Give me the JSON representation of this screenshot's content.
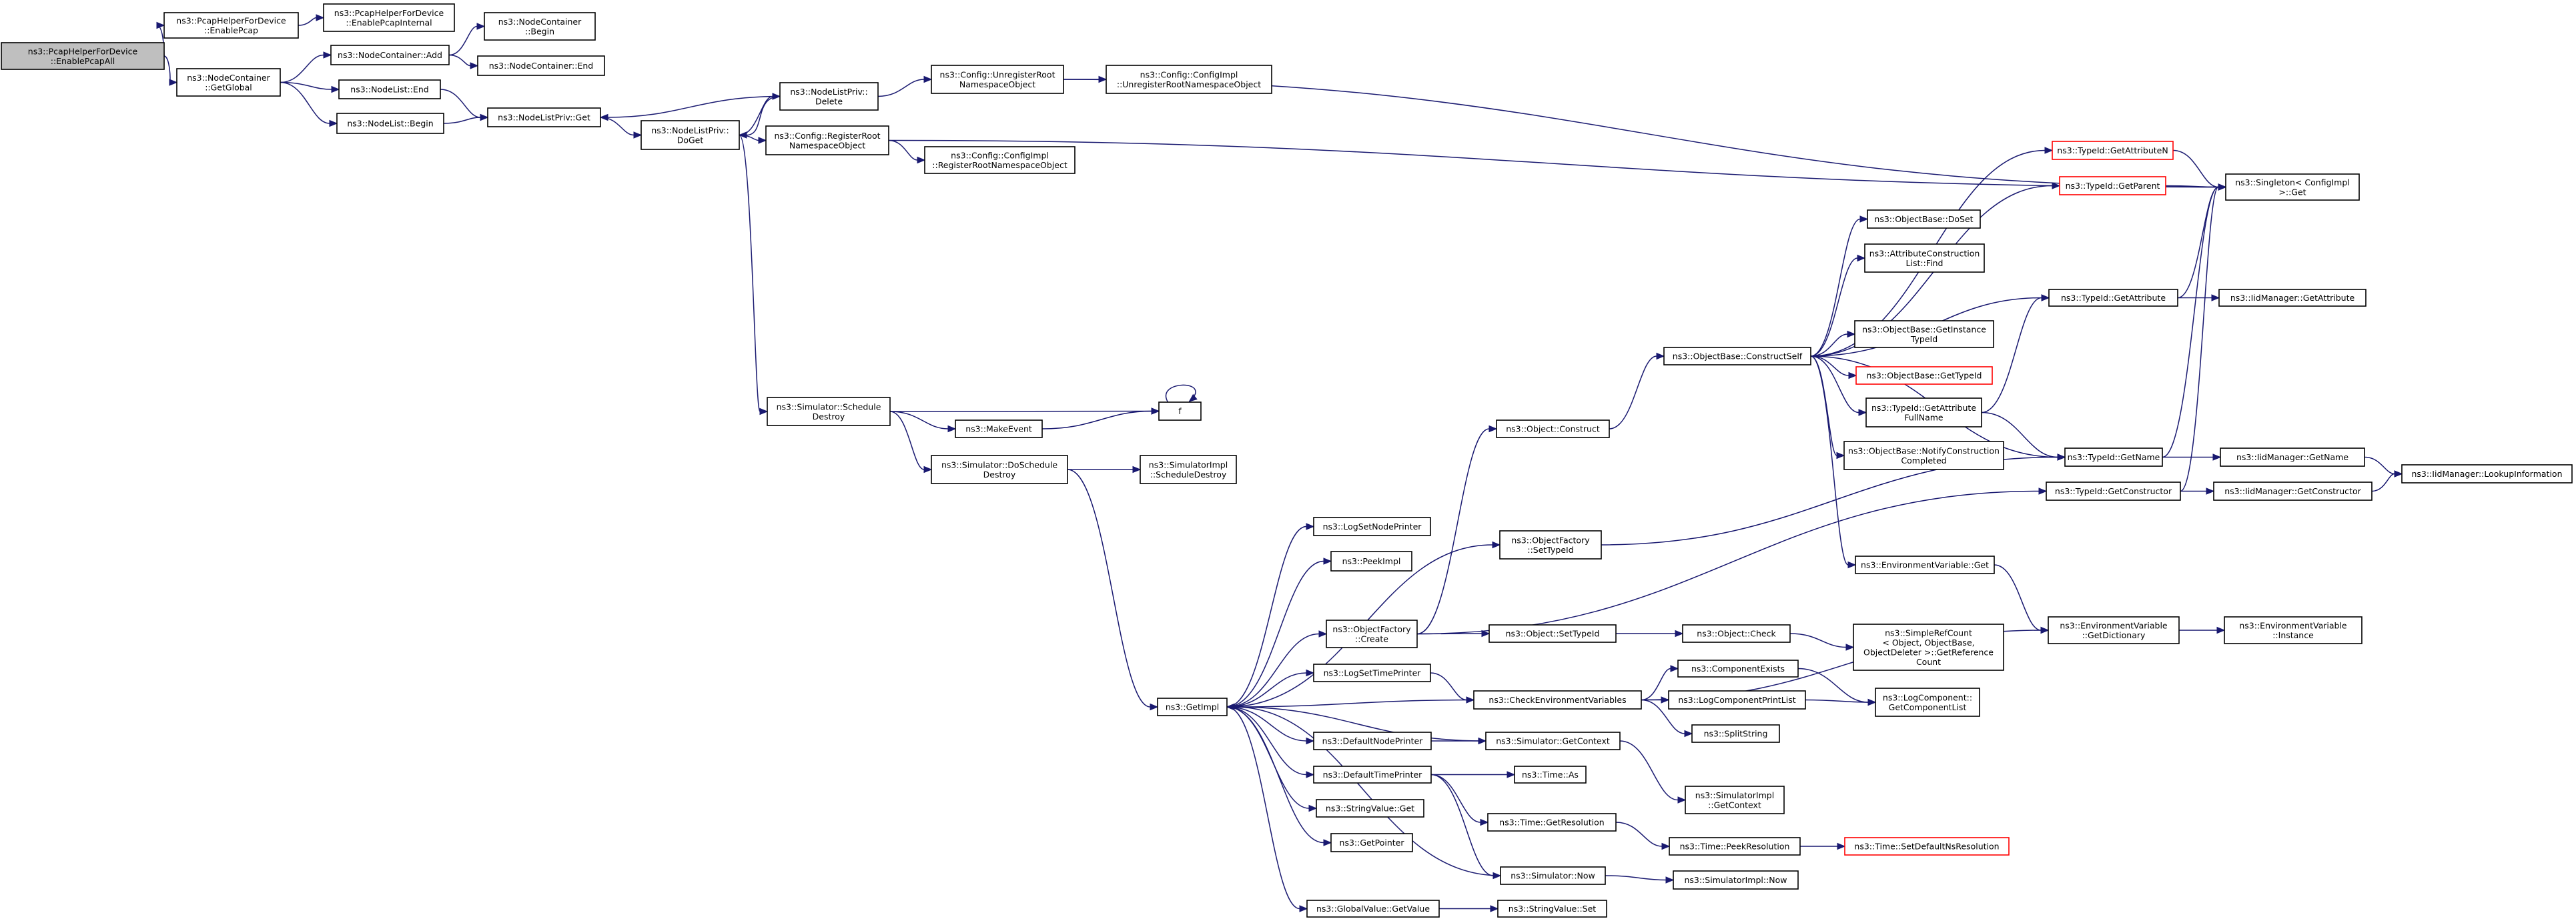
{
  "graph": {
    "colors": {
      "edge": "#191970",
      "node_border": "#000000",
      "root_fill": "#bfbfbf",
      "truncated_border": "#ff0000"
    },
    "nodes": [
      {
        "id": "n_enablepcapall",
        "lines": [
          "ns3::PcapHelperForDevice",
          "::EnablePcapAll"
        ],
        "root": true
      },
      {
        "id": "n_enablepcap",
        "lines": [
          "ns3::PcapHelperForDevice",
          "::EnablePcap"
        ]
      },
      {
        "id": "n_enablepcapinternal",
        "lines": [
          "ns3::PcapHelperForDevice",
          "::EnablePcapInternal"
        ]
      },
      {
        "id": "n_getglobal",
        "lines": [
          "ns3::NodeContainer",
          "::GetGlobal"
        ]
      },
      {
        "id": "n_nc_add",
        "lines": [
          "ns3::NodeContainer::Add"
        ]
      },
      {
        "id": "n_nc_begin",
        "lines": [
          "ns3::NodeContainer",
          "::Begin"
        ]
      },
      {
        "id": "n_nc_end",
        "lines": [
          "ns3::NodeContainer::End"
        ]
      },
      {
        "id": "n_nl_end",
        "lines": [
          "ns3::NodeList::End"
        ]
      },
      {
        "id": "n_nl_begin",
        "lines": [
          "ns3::NodeList::Begin"
        ]
      },
      {
        "id": "n_nlp_get",
        "lines": [
          "ns3::NodeListPriv::Get"
        ]
      },
      {
        "id": "n_nlp_doget",
        "lines": [
          "ns3::NodeListPriv::",
          "DoGet"
        ]
      },
      {
        "id": "n_nlp_delete",
        "lines": [
          "ns3::NodeListPriv::",
          "Delete"
        ]
      },
      {
        "id": "n_cfg_unreg",
        "lines": [
          "ns3::Config::UnregisterRoot",
          "NamespaceObject"
        ]
      },
      {
        "id": "n_cfgimpl_unreg",
        "lines": [
          "ns3::Config::ConfigImpl",
          "::UnregisterRootNamespaceObject"
        ]
      },
      {
        "id": "n_cfg_reg",
        "lines": [
          "ns3::Config::RegisterRoot",
          "NamespaceObject"
        ]
      },
      {
        "id": "n_cfgimpl_reg",
        "lines": [
          "ns3::Config::ConfigImpl",
          "::RegisterRootNamespaceObject"
        ]
      },
      {
        "id": "n_singleton",
        "lines": [
          "ns3::Singleton< ConfigImpl",
          ">::Get"
        ]
      },
      {
        "id": "n_sim_scheddestroy",
        "lines": [
          "ns3::Simulator::Schedule",
          "Destroy"
        ]
      },
      {
        "id": "n_makeevent",
        "lines": [
          "ns3::MakeEvent"
        ]
      },
      {
        "id": "n_f",
        "lines": [
          "f"
        ]
      },
      {
        "id": "n_sim_doscheddestroy",
        "lines": [
          "ns3::Simulator::DoSchedule",
          "Destroy"
        ]
      },
      {
        "id": "n_simimpl_scheddestroy",
        "lines": [
          "ns3::SimulatorImpl",
          "::ScheduleDestroy"
        ]
      },
      {
        "id": "n_getimpl",
        "lines": [
          "ns3::GetImpl"
        ]
      },
      {
        "id": "n_logsetnodeprinter",
        "lines": [
          "ns3::LogSetNodePrinter"
        ]
      },
      {
        "id": "n_peekimpl",
        "lines": [
          "ns3::PeekImpl"
        ]
      },
      {
        "id": "n_objfactory_create",
        "lines": [
          "ns3::ObjectFactory",
          "::Create"
        ]
      },
      {
        "id": "n_logsettimeprinter",
        "lines": [
          "ns3::LogSetTimePrinter"
        ]
      },
      {
        "id": "n_defaultnodeprinter",
        "lines": [
          "ns3::DefaultNodePrinter"
        ]
      },
      {
        "id": "n_defaulttimeprinter",
        "lines": [
          "ns3::DefaultTimePrinter"
        ]
      },
      {
        "id": "n_stringvalue_get",
        "lines": [
          "ns3::StringValue::Get"
        ]
      },
      {
        "id": "n_getpointer",
        "lines": [
          "ns3::GetPointer"
        ]
      },
      {
        "id": "n_globalvalue_getvalue",
        "lines": [
          "ns3::GlobalValue::GetValue"
        ]
      },
      {
        "id": "n_object_construct",
        "lines": [
          "ns3::Object::Construct"
        ]
      },
      {
        "id": "n_objfactory_settypeid",
        "lines": [
          "ns3::ObjectFactory",
          "::SetTypeId"
        ]
      },
      {
        "id": "n_object_settypeid",
        "lines": [
          "ns3::Object::SetTypeId"
        ]
      },
      {
        "id": "n_checkenvvars",
        "lines": [
          "ns3::CheckEnvironmentVariables"
        ]
      },
      {
        "id": "n_sim_getcontext",
        "lines": [
          "ns3::Simulator::GetContext"
        ]
      },
      {
        "id": "n_time_as",
        "lines": [
          "ns3::Time::As"
        ]
      },
      {
        "id": "n_time_getresolution",
        "lines": [
          "ns3::Time::GetResolution"
        ]
      },
      {
        "id": "n_sim_now",
        "lines": [
          "ns3::Simulator::Now"
        ]
      },
      {
        "id": "n_stringvalue_set",
        "lines": [
          "ns3::StringValue::Set"
        ]
      },
      {
        "id": "n_objbase_constructself",
        "lines": [
          "ns3::ObjectBase::ConstructSelf"
        ]
      },
      {
        "id": "n_object_check",
        "lines": [
          "ns3::Object::Check"
        ]
      },
      {
        "id": "n_componentexists",
        "lines": [
          "ns3::ComponentExists"
        ]
      },
      {
        "id": "n_logcomponentprintlist",
        "lines": [
          "ns3::LogComponentPrintList"
        ]
      },
      {
        "id": "n_splitstring",
        "lines": [
          "ns3::SplitString"
        ]
      },
      {
        "id": "n_simimpl_getcontext",
        "lines": [
          "ns3::SimulatorImpl",
          "::GetContext"
        ]
      },
      {
        "id": "n_time_peekresolution",
        "lines": [
          "ns3::Time::PeekResolution"
        ]
      },
      {
        "id": "n_simimpl_now",
        "lines": [
          "ns3::SimulatorImpl::Now"
        ]
      },
      {
        "id": "n_objbase_doset",
        "lines": [
          "ns3::ObjectBase::DoSet"
        ]
      },
      {
        "id": "n_attrconstr_find",
        "lines": [
          "ns3::AttributeConstruction",
          "List::Find"
        ]
      },
      {
        "id": "n_objbase_getinstancetypeid",
        "lines": [
          "ns3::ObjectBase::GetInstance",
          "TypeId"
        ]
      },
      {
        "id": "n_objbase_gettypeid",
        "lines": [
          "ns3::ObjectBase::GetTypeId"
        ],
        "truncated": true
      },
      {
        "id": "n_typeid_getattrfullname",
        "lines": [
          "ns3::TypeId::GetAttribute",
          "FullName"
        ]
      },
      {
        "id": "n_objbase_notify",
        "lines": [
          "ns3::ObjectBase::NotifyConstruction",
          "Completed"
        ]
      },
      {
        "id": "n_envvar_get",
        "lines": [
          "ns3::EnvironmentVariable::Get"
        ]
      },
      {
        "id": "n_simplerefcount",
        "lines": [
          "ns3::SimpleRefCount",
          "< Object, ObjectBase,",
          "ObjectDeleter >::GetReference",
          "Count"
        ]
      },
      {
        "id": "n_logcomponent_getlist",
        "lines": [
          "ns3::LogComponent::",
          "GetComponentList"
        ]
      },
      {
        "id": "n_time_setdefaultnsres",
        "lines": [
          "ns3::Time::SetDefaultNsResolution"
        ],
        "truncated": true
      },
      {
        "id": "n_typeid_getattributen",
        "lines": [
          "ns3::TypeId::GetAttributeN"
        ],
        "truncated": true
      },
      {
        "id": "n_typeid_getparent",
        "lines": [
          "ns3::TypeId::GetParent"
        ],
        "truncated": true
      },
      {
        "id": "n_typeid_getattribute",
        "lines": [
          "ns3::TypeId::GetAttribute"
        ]
      },
      {
        "id": "n_typeid_getname",
        "lines": [
          "ns3::TypeId::GetName"
        ]
      },
      {
        "id": "n_typeid_getconstructor",
        "lines": [
          "ns3::TypeId::GetConstructor"
        ]
      },
      {
        "id": "n_envvar_getdictionary",
        "lines": [
          "ns3::EnvironmentVariable",
          "::GetDictionary"
        ]
      },
      {
        "id": "n_iidmgr_getattribute",
        "lines": [
          "ns3::IidManager::GetAttribute"
        ]
      },
      {
        "id": "n_iidmgr_getname",
        "lines": [
          "ns3::IidManager::GetName"
        ]
      },
      {
        "id": "n_iidmgr_getconstructor",
        "lines": [
          "ns3::IidManager::GetConstructor"
        ]
      },
      {
        "id": "n_envvar_instance",
        "lines": [
          "ns3::EnvironmentVariable",
          "::Instance"
        ]
      },
      {
        "id": "n_iidmgr_lookupinfo",
        "lines": [
          "ns3::IidManager::LookupInformation"
        ]
      }
    ],
    "edges": [
      [
        "n_enablepcapall",
        "n_enablepcap"
      ],
      [
        "n_enablepcapall",
        "n_getglobal"
      ],
      [
        "n_enablepcap",
        "n_enablepcapinternal"
      ],
      [
        "n_getglobal",
        "n_nc_add"
      ],
      [
        "n_getglobal",
        "n_nl_end"
      ],
      [
        "n_getglobal",
        "n_nl_begin"
      ],
      [
        "n_nc_add",
        "n_nc_begin"
      ],
      [
        "n_nc_add",
        "n_nc_end"
      ],
      [
        "n_nl_end",
        "n_nlp_get"
      ],
      [
        "n_nl_begin",
        "n_nlp_get"
      ],
      [
        "n_nlp_get",
        "n_nlp_doget"
      ],
      [
        "n_nlp_doget",
        "n_nlp_delete"
      ],
      [
        "n_nlp_doget",
        "n_cfg_reg"
      ],
      [
        "n_nlp_doget",
        "n_sim_scheddestroy"
      ],
      [
        "n_nlp_delete",
        "n_nlp_get"
      ],
      [
        "n_nlp_delete",
        "n_nlp_doget"
      ],
      [
        "n_nlp_delete",
        "n_cfg_unreg"
      ],
      [
        "n_cfg_unreg",
        "n_cfgimpl_unreg"
      ],
      [
        "n_cfg_unreg",
        "n_singleton"
      ],
      [
        "n_cfg_reg",
        "n_cfgimpl_reg"
      ],
      [
        "n_cfg_reg",
        "n_singleton"
      ],
      [
        "n_sim_scheddestroy",
        "n_makeevent"
      ],
      [
        "n_sim_scheddestroy",
        "n_f"
      ],
      [
        "n_sim_scheddestroy",
        "n_sim_doscheddestroy"
      ],
      [
        "n_makeevent",
        "n_f"
      ],
      [
        "n_f",
        "n_f"
      ],
      [
        "n_sim_doscheddestroy",
        "n_simimpl_scheddestroy"
      ],
      [
        "n_sim_doscheddestroy",
        "n_getimpl"
      ],
      [
        "n_getimpl",
        "n_logsetnodeprinter"
      ],
      [
        "n_getimpl",
        "n_peekimpl"
      ],
      [
        "n_getimpl",
        "n_objfactory_create"
      ],
      [
        "n_getimpl",
        "n_objfactory_settypeid"
      ],
      [
        "n_getimpl",
        "n_logsettimeprinter"
      ],
      [
        "n_getimpl",
        "n_defaultnodeprinter"
      ],
      [
        "n_getimpl",
        "n_defaulttimeprinter"
      ],
      [
        "n_getimpl",
        "n_stringvalue_get"
      ],
      [
        "n_getimpl",
        "n_getpointer"
      ],
      [
        "n_getimpl",
        "n_globalvalue_getvalue"
      ],
      [
        "n_objfactory_create",
        "n_object_construct"
      ],
      [
        "n_objfactory_create",
        "n_object_settypeid"
      ],
      [
        "n_objfactory_create",
        "n_typeid_getconstructor"
      ],
      [
        "n_object_construct",
        "n_objbase_constructself"
      ],
      [
        "n_objfactory_settypeid",
        "n_typeid_getname"
      ],
      [
        "n_object_settypeid",
        "n_object_check"
      ],
      [
        "n_object_check",
        "n_simplerefcount"
      ],
      [
        "n_logsettimeprinter",
        "n_checkenvvars"
      ],
      [
        "n_checkenvvars",
        "n_getimpl"
      ],
      [
        "n_checkenvvars",
        "n_componentexists"
      ],
      [
        "n_checkenvvars",
        "n_logcomponentprintlist"
      ],
      [
        "n_checkenvvars",
        "n_splitstring"
      ],
      [
        "n_checkenvvars",
        "n_envvar_getdictionary"
      ],
      [
        "n_componentexists",
        "n_logcomponent_getlist"
      ],
      [
        "n_logcomponentprintlist",
        "n_logcomponent_getlist"
      ],
      [
        "n_defaultnodeprinter",
        "n_sim_getcontext"
      ],
      [
        "n_sim_getcontext",
        "n_getimpl"
      ],
      [
        "n_sim_getcontext",
        "n_simimpl_getcontext"
      ],
      [
        "n_defaulttimeprinter",
        "n_time_as"
      ],
      [
        "n_defaulttimeprinter",
        "n_time_getresolution"
      ],
      [
        "n_defaulttimeprinter",
        "n_sim_now"
      ],
      [
        "n_time_getresolution",
        "n_time_peekresolution"
      ],
      [
        "n_time_peekresolution",
        "n_time_setdefaultnsres"
      ],
      [
        "n_sim_now",
        "n_getimpl"
      ],
      [
        "n_sim_now",
        "n_simimpl_now"
      ],
      [
        "n_globalvalue_getvalue",
        "n_stringvalue_set"
      ],
      [
        "n_objbase_constructself",
        "n_typeid_getattributen"
      ],
      [
        "n_objbase_constructself",
        "n_typeid_getparent"
      ],
      [
        "n_objbase_constructself",
        "n_objbase_doset"
      ],
      [
        "n_objbase_constructself",
        "n_attrconstr_find"
      ],
      [
        "n_objbase_constructself",
        "n_typeid_getattribute"
      ],
      [
        "n_objbase_constructself",
        "n_objbase_getinstancetypeid"
      ],
      [
        "n_objbase_constructself",
        "n_objbase_gettypeid"
      ],
      [
        "n_objbase_constructself",
        "n_typeid_getattrfullname"
      ],
      [
        "n_objbase_constructself",
        "n_objbase_notify"
      ],
      [
        "n_objbase_constructself",
        "n_typeid_getname"
      ],
      [
        "n_objbase_constructself",
        "n_envvar_get"
      ],
      [
        "n_typeid_getattrfullname",
        "n_typeid_getattribute"
      ],
      [
        "n_typeid_getattrfullname",
        "n_typeid_getname"
      ],
      [
        "n_envvar_get",
        "n_envvar_getdictionary"
      ],
      [
        "n_typeid_getattributen",
        "n_singleton"
      ],
      [
        "n_typeid_getparent",
        "n_singleton"
      ],
      [
        "n_typeid_getattribute",
        "n_singleton"
      ],
      [
        "n_typeid_getattribute",
        "n_iidmgr_getattribute"
      ],
      [
        "n_typeid_getname",
        "n_singleton"
      ],
      [
        "n_typeid_getname",
        "n_iidmgr_getname"
      ],
      [
        "n_typeid_getconstructor",
        "n_singleton"
      ],
      [
        "n_typeid_getconstructor",
        "n_iidmgr_getconstructor"
      ],
      [
        "n_envvar_getdictionary",
        "n_envvar_instance"
      ],
      [
        "n_iidmgr_getname",
        "n_iidmgr_lookupinfo"
      ],
      [
        "n_iidmgr_getconstructor",
        "n_iidmgr_lookupinfo"
      ]
    ]
  }
}
